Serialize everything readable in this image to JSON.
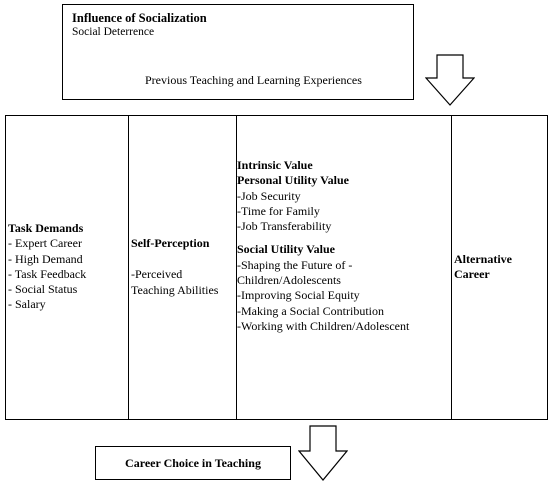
{
  "influence_box": {
    "title": "Influence of Socialization",
    "subtitle": "Social Deterrence",
    "experiences": "Previous Teaching and Learning Experiences"
  },
  "task_demands": {
    "heading": "Task Demands",
    "items": [
      "- Expert Career",
      "- High Demand",
      "- Task Feedback",
      "- Social Status",
      "- Salary"
    ]
  },
  "self_perception": {
    "heading": "Self-Perception",
    "lines": [
      "-Perceived",
      "Teaching Abilities"
    ]
  },
  "values": {
    "intrinsic": "Intrinsic Value",
    "personal_utility": "Personal Utility Value",
    "personal_items": [
      "-Job Security",
      "-Time for Family",
      "-Job Transferability"
    ],
    "social_utility": "Social Utility Value",
    "social_items": [
      "-Shaping the Future of -",
      "Children/Adolescents",
      "-Improving Social Equity",
      "-Making a Social Contribution",
      "-Working with Children/Adolescent"
    ]
  },
  "alternative": {
    "lines": [
      "Alternative",
      "Career"
    ]
  },
  "career_choice": "Career Choice in Teaching"
}
